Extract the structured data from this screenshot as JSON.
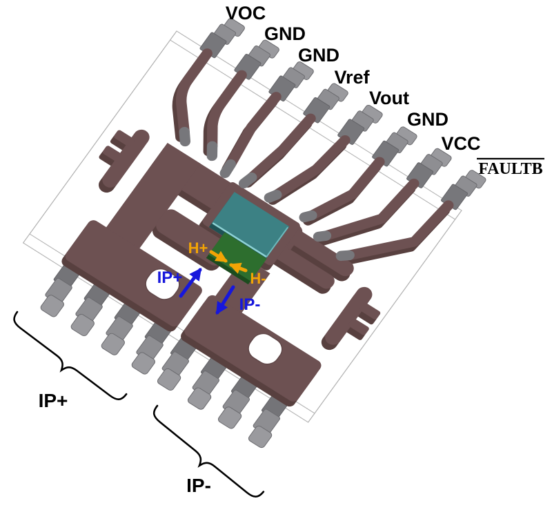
{
  "figure": {
    "description": "3D leadframe diagram of a current sensor IC package",
    "pins": {
      "signal": [
        {
          "label": "VOC"
        },
        {
          "label": "GND"
        },
        {
          "label": "GND"
        },
        {
          "label": "Vref"
        },
        {
          "label": "Vout"
        },
        {
          "label": "GND"
        },
        {
          "label": "VCC"
        },
        {
          "label": "FAULTB",
          "overline": true
        }
      ],
      "power_groups": [
        {
          "label": "IP+",
          "lead_count": 4
        },
        {
          "label": "IP-",
          "lead_count": 4
        }
      ]
    },
    "die_labels": {
      "hall_plus": "H+",
      "hall_minus": "H-"
    },
    "current_flow": {
      "in_label": "IP+",
      "out_label": "IP-"
    },
    "colors": {
      "copper_top": "#6d5152",
      "copper_side": "#58403f",
      "lead_gray": "#8e8e92",
      "lead_gray_dark": "#747478",
      "lead_gray_light": "#9a9a9e",
      "ic_die_teal": "#3c8184",
      "hall_die_green": "#2d6e2e",
      "arrow_blue": "#1717dc",
      "arrow_orange": "#f2a405",
      "outline_gray": "#b3b3b3"
    }
  }
}
